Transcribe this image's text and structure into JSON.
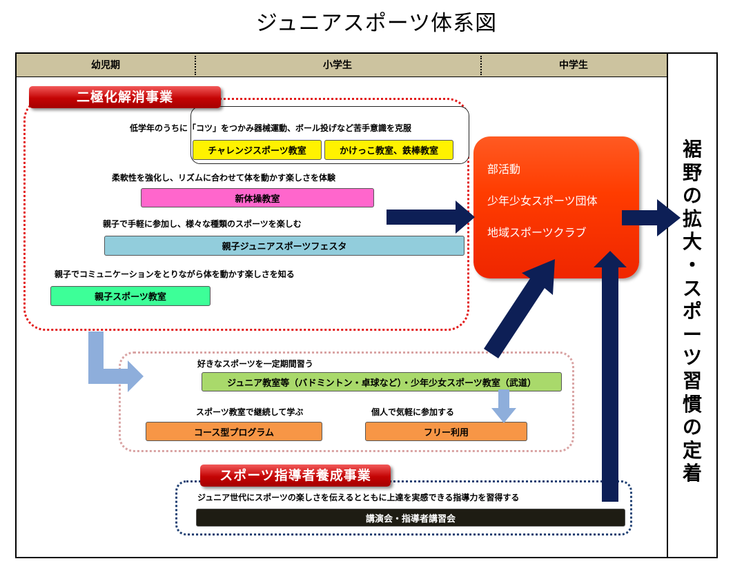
{
  "title": "ジュニアスポーツ体系図",
  "header": {
    "cells": [
      "幼児期",
      "小学生",
      "中学生"
    ]
  },
  "side_text": "裾\n野\nの\n拡\n大\n・\nス\nポ\nー\nツ\n習\n慣\nの\n定\n着",
  "section1": {
    "banner": "二極化解消事業",
    "label1": "低学年のうちに「コツ」をつかみ器械運動、ボール投げなど苦手意識を克服",
    "box_challenge": "チャレンジスポーツ教室",
    "box_kakekko": "かけっこ教室、鉄棒教室",
    "label2": "柔軟性を強化し、リズムに合わせて体を動かす楽しさを体験",
    "box_taiso": "新体操教室",
    "label3": "親子で手軽に参加し、様々な種類のスポーツを楽しむ",
    "box_festa": "親子ジュニアスポーツフェスタ",
    "label4": "親子でコミュニケーションをとりながら体を動かす楽しさを知る",
    "box_oyako": "親子スポーツ教室"
  },
  "section2": {
    "label1": "好きなスポーツを一定期間習う",
    "box_junior": "ジュニア教室等（バドミントン・卓球など）・少年少女スポーツ教室（武道）",
    "label2": "スポーツ教室で継続して学ぶ",
    "label3": "個人で気軽に参加する",
    "box_course": "コース型プログラム",
    "box_free": "フリー利用"
  },
  "section3": {
    "banner": "スポーツ指導者養成事業",
    "label": "ジュニア世代にスポーツの楽しさを伝えるとともに上達を実感できる指導力を習得する",
    "box_lecture": "講演会・指導者講習会"
  },
  "club": {
    "items": [
      "部活動",
      "少年少女スポーツ団体",
      "地域スポーツクラブ"
    ]
  },
  "colors": {
    "header_bg": "#ccc39f",
    "banner_red": "#c40404",
    "club_orange": "#ff3c00",
    "navy_arrow": "#0d1f56",
    "light_blue_arrow": "#8eaedb"
  }
}
